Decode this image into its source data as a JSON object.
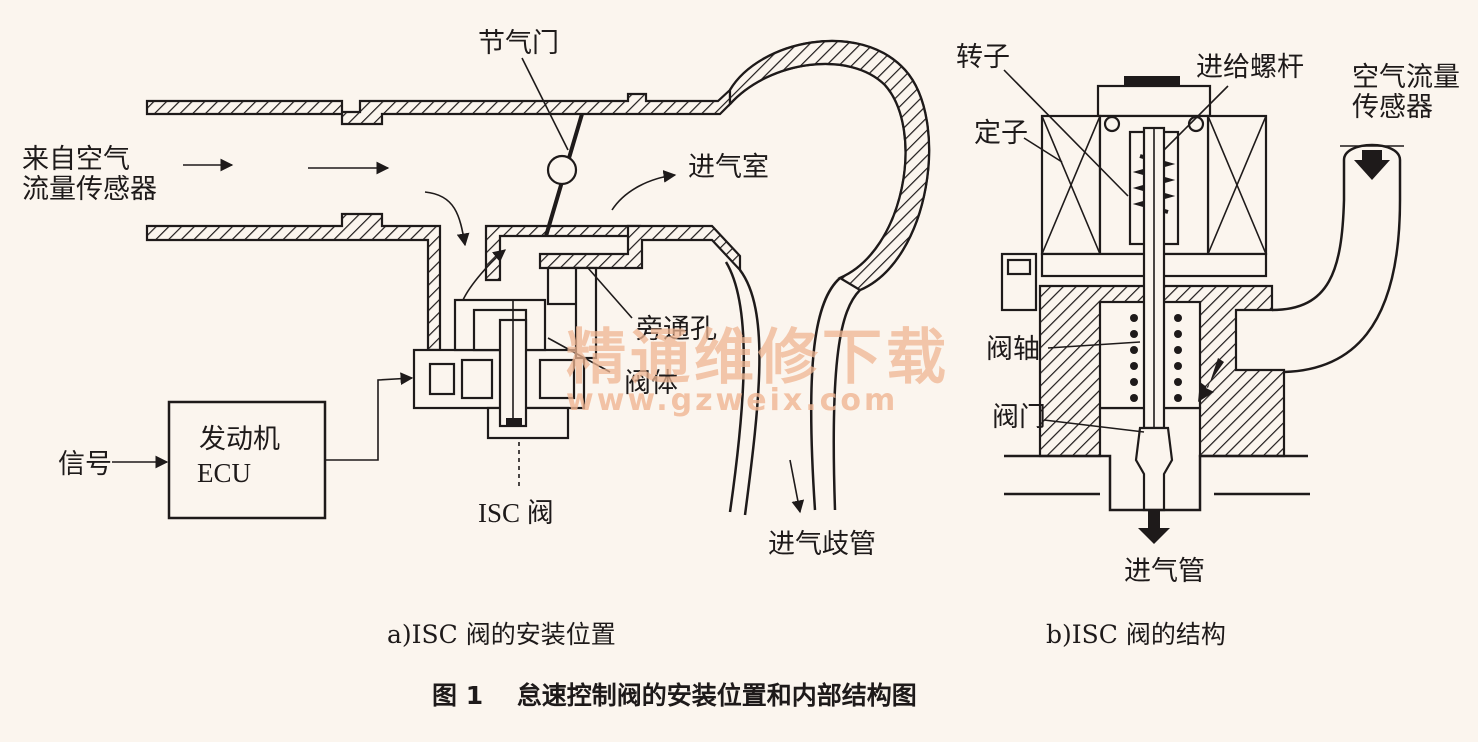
{
  "diagram_a": {
    "labels": {
      "throttle": "节气门",
      "from_afm": [
        "来自空气",
        "流量传感器"
      ],
      "intake_chamber": "进气室",
      "bypass": "旁通孔",
      "valve_body": "阀体",
      "ecu": [
        "发动机",
        "ECU"
      ],
      "signal": "信号",
      "isc_valve": "ISC 阀",
      "manifold": "进气歧管"
    },
    "caption": "a)ISC 阀的安装位置"
  },
  "diagram_b": {
    "labels": {
      "rotor": "转子",
      "feed_screw": "进给螺杆",
      "stator": "定子",
      "afm": [
        "空气流量",
        "传感器"
      ],
      "valve_shaft": "阀轴",
      "valve": "阀门",
      "intake_pipe": "进气管"
    },
    "caption": "b)ISC 阀的结构"
  },
  "figure_title": "图 1　 怠速控制阀的安装位置和内部结构图",
  "watermark": {
    "line1": "精通维修下载",
    "line2": "www.gzweix.com"
  }
}
